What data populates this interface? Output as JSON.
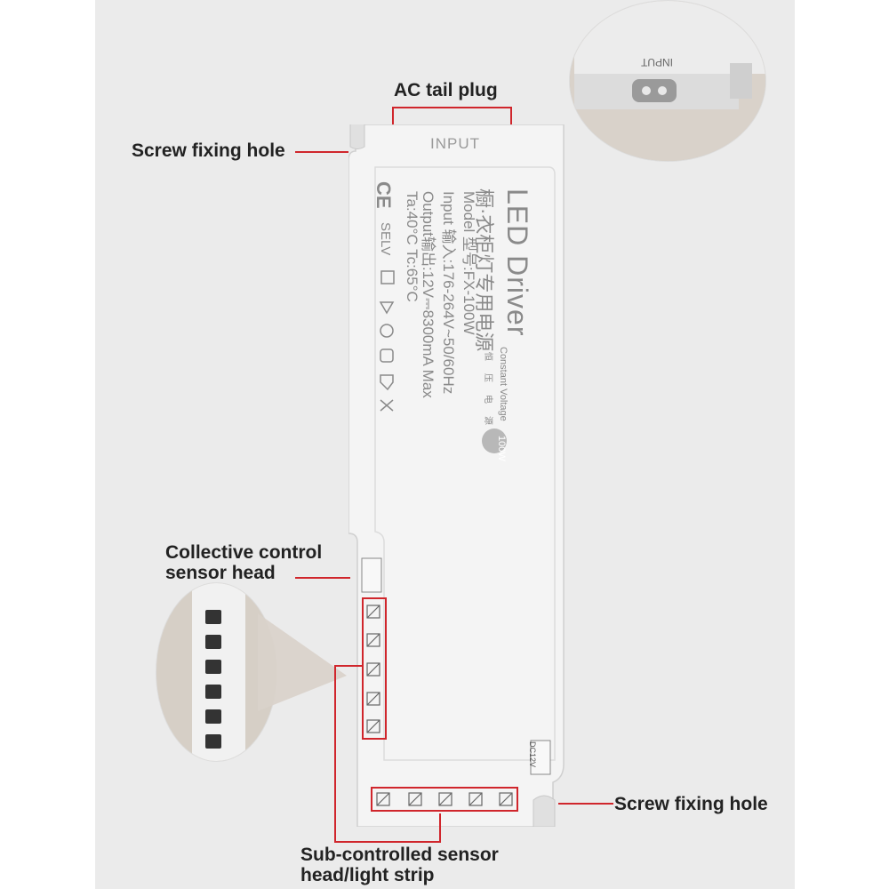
{
  "device": {
    "input_label": "INPUT",
    "title": "LED Driver",
    "title_cn": "橱·衣柜灯专用电源",
    "constant_voltage": "Constant Voltage",
    "constant_voltage_cn": "恒压电源",
    "model": "Model  型号:FX-100W",
    "input": "Input  输入:176-264V~50/60Hz",
    "output": "Output输出:12V⎓8300mA Max",
    "temps": "Ta:40°C  Tc:65°C",
    "ce_mark": "CE",
    "selv": "SELV",
    "wattage_badge": "100W",
    "dc_label": "DC12V"
  },
  "callouts": {
    "ac_tail_plug": "AC tail plug",
    "screw_hole_top": "Screw fixing hole",
    "collective_sensor_line1": "Collective control",
    "collective_sensor_line2": "sensor head",
    "screw_hole_bottom": "Screw fixing hole",
    "sub_controlled_line1": "Sub-controlled sensor",
    "sub_controlled_line2": "head/light strip"
  },
  "inset_top": {
    "input_label": "INPUT"
  },
  "colors": {
    "callout_red": "#d0262c",
    "device_body": "#f4f4f4",
    "background_panel": "#ebebeb"
  }
}
